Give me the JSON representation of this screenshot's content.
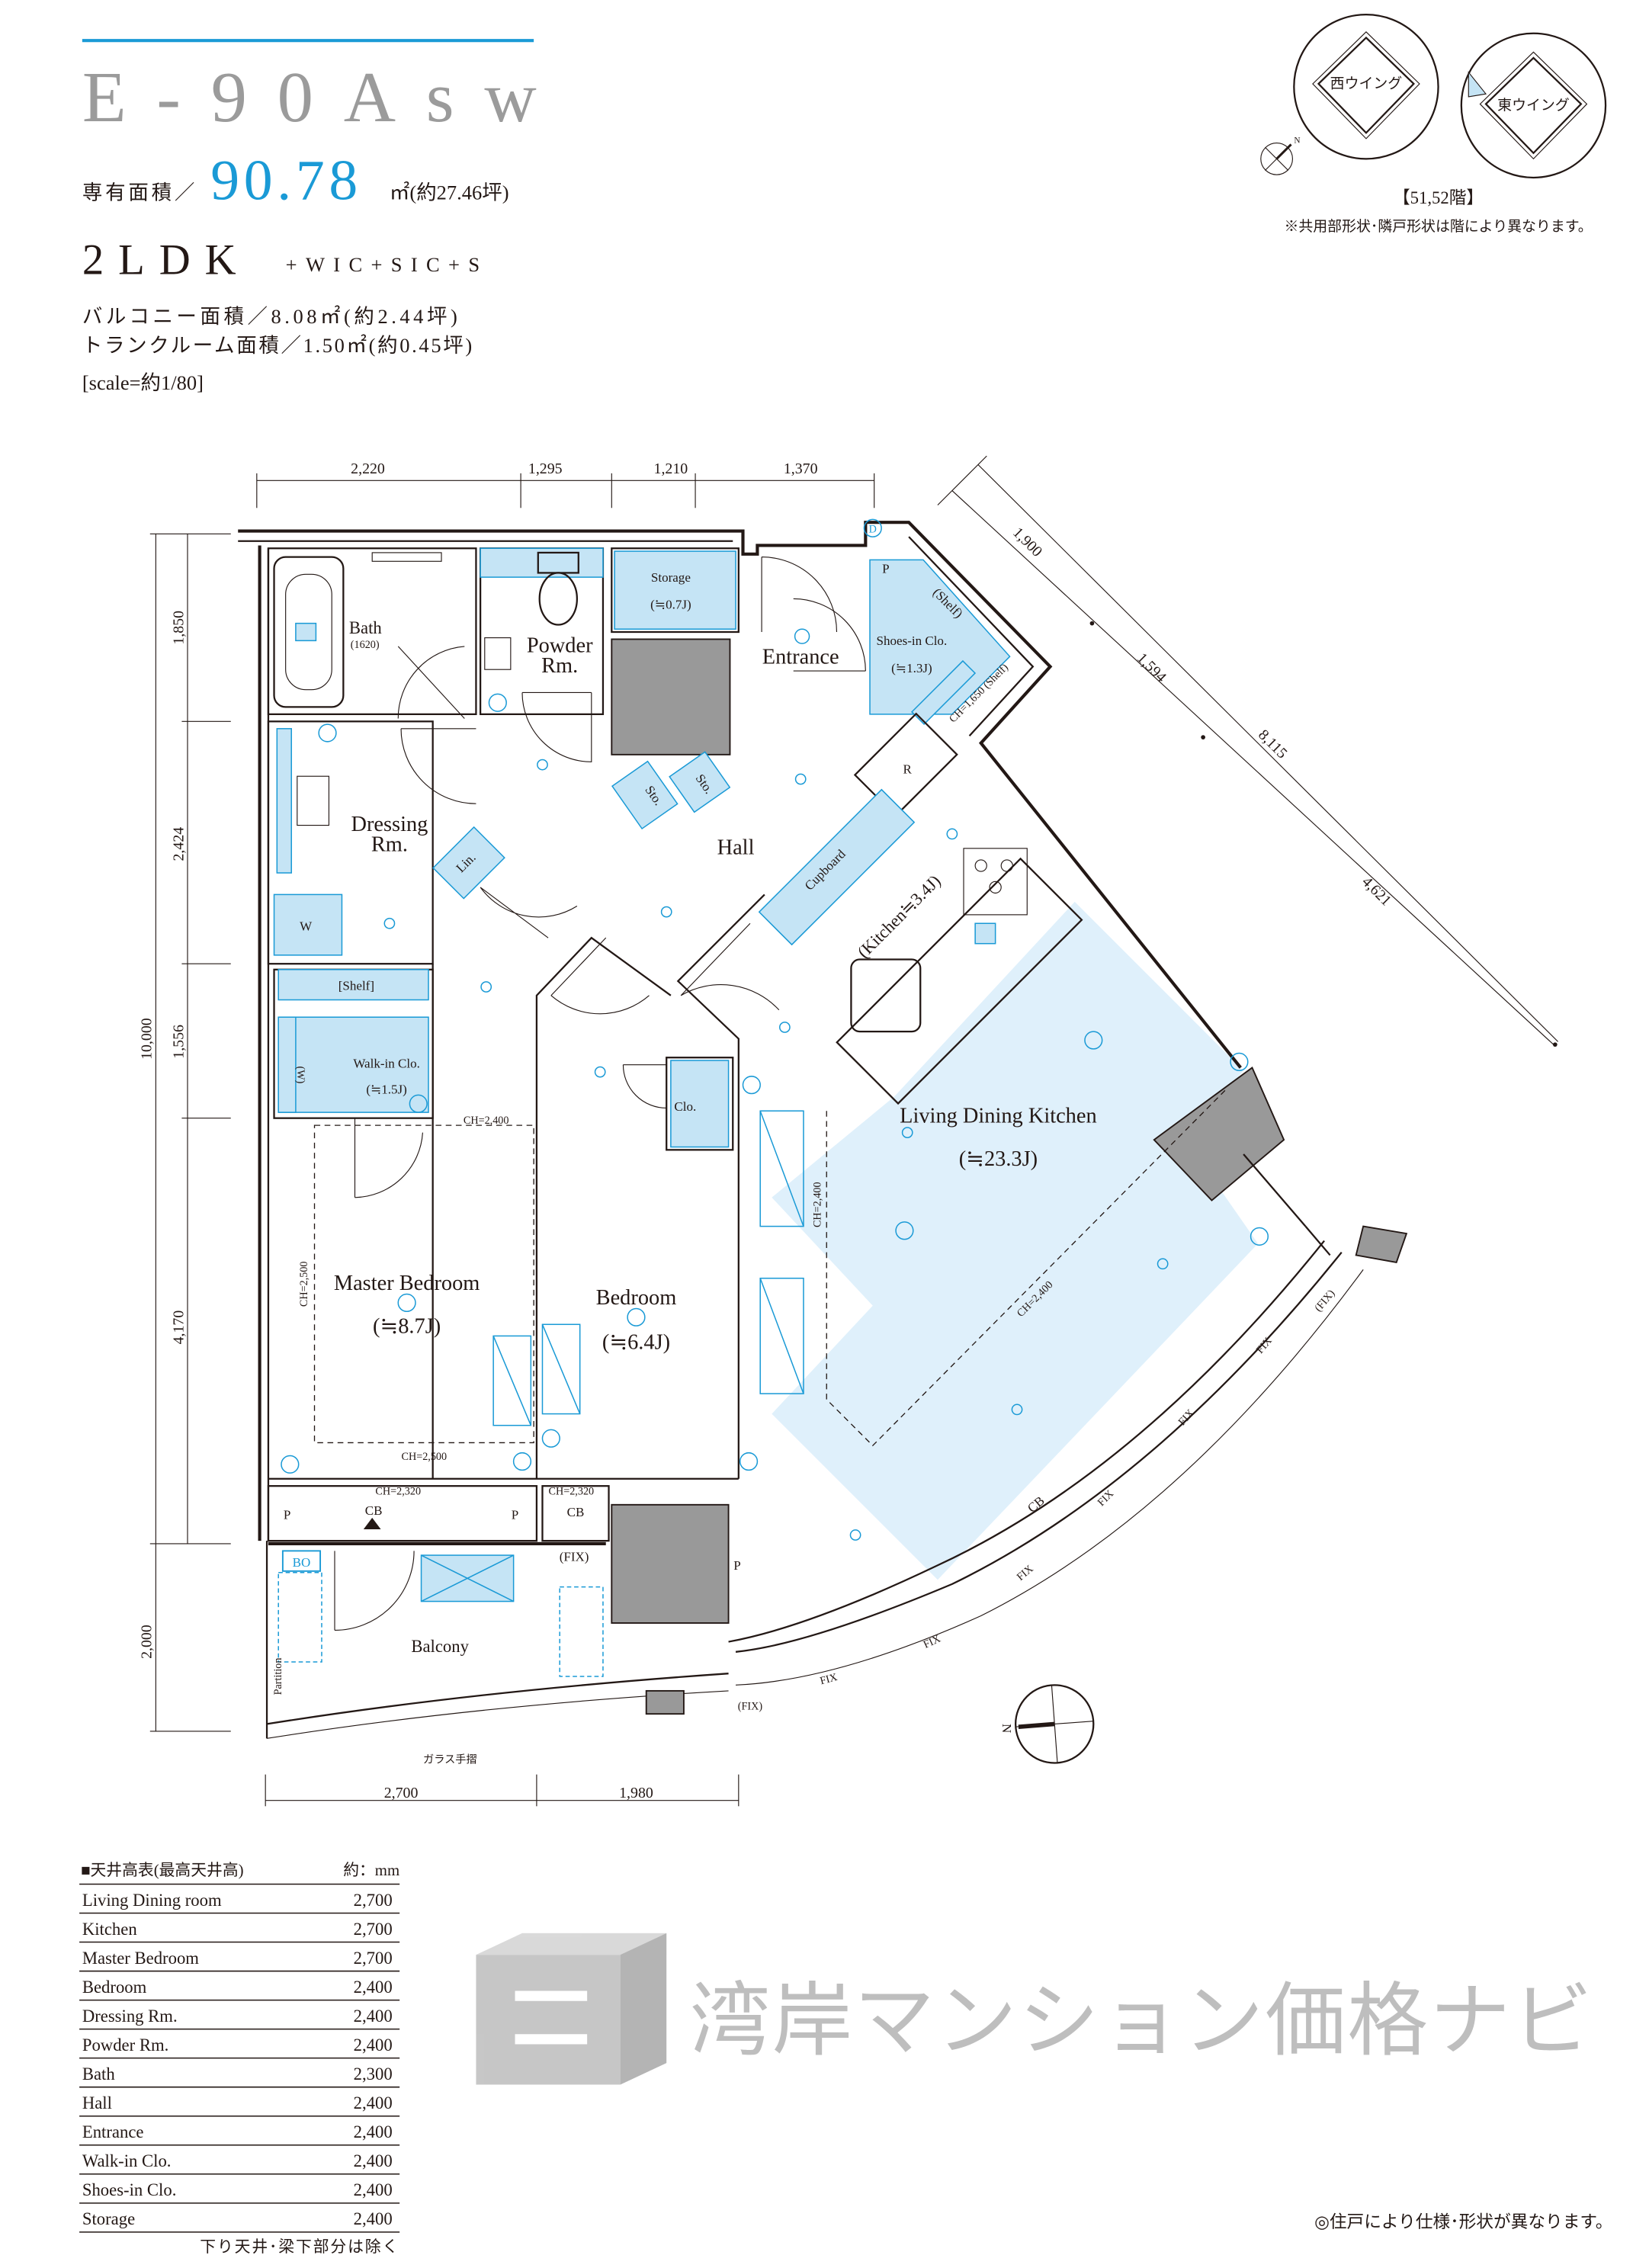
{
  "header": {
    "unit_type": "E-90Asw",
    "area_label": "専有面積／",
    "area_value": "90.78",
    "area_unit": "㎡(約27.46坪)",
    "layout": "2LDK",
    "layout_extra": "+WIC+SIC+S",
    "balcony_area": "バルコニー面積／8.08㎡(約2.44坪)",
    "trunk_area": "トランクルーム面積／1.50㎡(約0.45坪)",
    "scale": "[scale=約1/80]",
    "accent_color": "#1a9ad6"
  },
  "key_plan": {
    "west_wing": "西ウイング",
    "east_wing": "東ウイング",
    "floors": "【51,52階】",
    "note": "※共用部形状･隣戸形状は階により異なります。",
    "north": "N"
  },
  "dimensions": {
    "top": [
      "2,220",
      "1,295",
      "1,210",
      "1,370"
    ],
    "left": [
      "1,850",
      "2,424",
      "1,556",
      "4,170",
      "10,000",
      "2,000"
    ],
    "diagonal": [
      "1,900",
      "1,594",
      "8,115",
      "4,621"
    ],
    "bottom": [
      "2,700",
      "1,980"
    ]
  },
  "rooms": {
    "bath": "Bath",
    "bath_size": "(1620)",
    "powder1": "Powder",
    "powder2": "Rm.",
    "storage": "Storage",
    "storage_size": "(≒0.7J)",
    "entrance": "Entrance",
    "shoes": "Shoes-in Clo.",
    "shoes_size": "(≒1.3J)",
    "shelf_a": "(Shelf)",
    "shoes_ch": "CH=1,650 (Shelf)",
    "dressing1": "Dressing",
    "dressing2": "Rm.",
    "linen": "Lin.",
    "sto1": "Sto.",
    "sto2": "Sto.",
    "hall": "Hall",
    "fridge": "R",
    "cupboard": "Cupboard",
    "kitchen": "(Kitchen≒3.4J)",
    "washer": "W",
    "wic_shelf": "[Shelf]",
    "wic": "Walk-in Clo.",
    "wic_size": "(≒1.5J)",
    "wic_w": "(W)",
    "wic_ch": "CH=2,400",
    "clo": "Clo.",
    "ldk": "Living Dining Kitchen",
    "ldk_size": "(≒23.3J)",
    "ldk_ch1": "CH=2,400",
    "ldk_ch2": "CH=2,400",
    "master": "Master Bedroom",
    "master_size": "(≒8.7J)",
    "master_ch1": "CH=2,500",
    "master_ch2": "CH=2,500",
    "bedroom": "Bedroom",
    "bedroom_size": "(≒6.4J)",
    "ch2320a": "CH=2,320",
    "ch2320b": "CH=2,320",
    "cb": "CB",
    "p": "P",
    "bo": "BO",
    "fix": "FIX",
    "fix_paren": "(FIX)",
    "entrance_d": "D",
    "balcony": "Balcony",
    "partition": "Partition",
    "glass_rail": "ガラス手摺"
  },
  "ceiling_table": {
    "title": "■天井高表(最高天井高)",
    "unit": "約：mm",
    "rows": [
      {
        "room": "Living Dining room",
        "height": "2,700"
      },
      {
        "room": "Kitchen",
        "height": "2,700"
      },
      {
        "room": "Master Bedroom",
        "height": "2,700"
      },
      {
        "room": "Bedroom",
        "height": "2,400"
      },
      {
        "room": "Dressing Rm.",
        "height": "2,400"
      },
      {
        "room": "Powder Rm.",
        "height": "2,400"
      },
      {
        "room": "Bath",
        "height": "2,300"
      },
      {
        "room": "Hall",
        "height": "2,400"
      },
      {
        "room": "Entrance",
        "height": "2,400"
      },
      {
        "room": "Walk-in Clo.",
        "height": "2,400"
      },
      {
        "room": "Shoes-in Clo.",
        "height": "2,400"
      },
      {
        "room": "Storage",
        "height": "2,400"
      }
    ],
    "footnote": "下り天井･梁下部分は除く"
  },
  "footer_note": "◎住戸により仕様･形状が異なります。",
  "watermark": "湾岸マンション価格ナビ"
}
